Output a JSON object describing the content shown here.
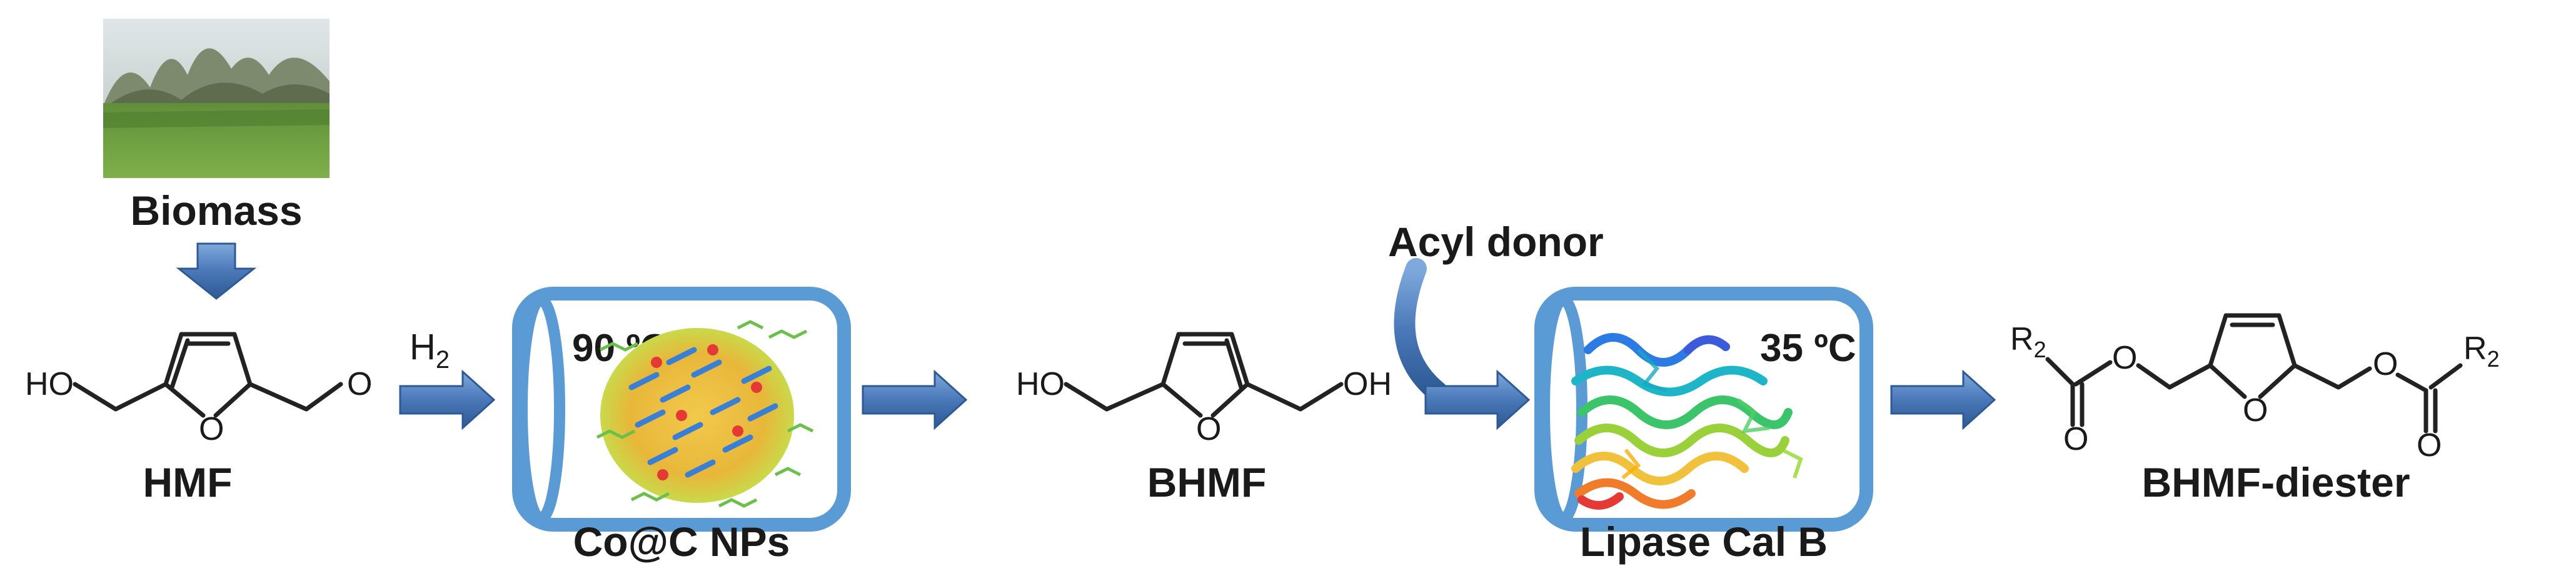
{
  "labels": {
    "biomass": "Biomass",
    "hmf": "HMF",
    "h2": "H",
    "h2_sub": "2",
    "temp1": "90 ºC",
    "catalyst": "Co@C NPs",
    "bhmf": "BHMF",
    "acyl_donor": "Acyl donor",
    "temp2": "35 ºC",
    "enzyme": "Lipase Cal B",
    "product": "BHMF-diester"
  },
  "atoms": {
    "ho": "HO",
    "oh": "OH",
    "o": "O",
    "r": "R",
    "r_sub": "2"
  },
  "colors": {
    "arrow_fill": "#4a78b8",
    "reactor_outline": "#5b9bd5",
    "text": "#1a1a1a"
  },
  "icons": {
    "biomass_photo": "grassland-photo",
    "catalyst_image": "nanoparticle-cluster",
    "enzyme_image": "protein-ribbon-structure"
  }
}
